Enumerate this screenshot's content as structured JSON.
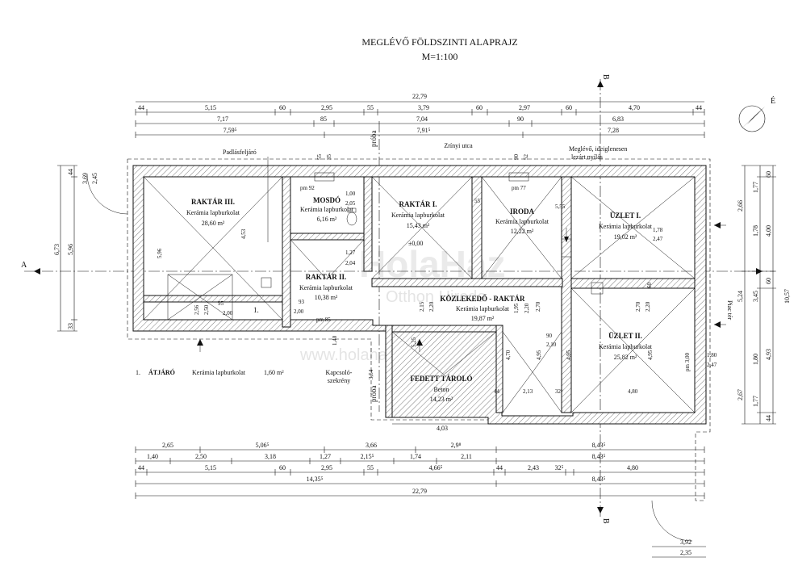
{
  "title": {
    "main": "MEGLÉVŐ FÖLDSZINTI ALAPRAJZ",
    "scale": "M=1:100"
  },
  "street": "Zrínyi utca",
  "side_street": "Piac tér",
  "rooms": [
    {
      "name": "RAKTÁR III.",
      "finish": "Kerámia lapburkolat",
      "area": "28,60 m²"
    },
    {
      "name": "MOSDÓ",
      "finish": "Kerámia lapburkolat",
      "area": "6,16 m²"
    },
    {
      "name": "RAKTÁR I.",
      "finish": "Kerámia lapburkolat",
      "area": "15,43 m²"
    },
    {
      "name": "IRODA",
      "finish": "Kerámia lapburkolat",
      "area": "12,22 m²"
    },
    {
      "name": "ÜZLET I.",
      "finish": "Kerámia lapburkolat",
      "area": "19,02 m²"
    },
    {
      "name": "RAKTÁR II.",
      "finish": "Kerámia lapburkolat",
      "area": "10,38 m²"
    },
    {
      "name": "KÖZLEKEDŐ - RAKTÁR",
      "finish": "Kerámia lapburkolat",
      "area": "19,87 m²"
    },
    {
      "name": "ÜZLET II.",
      "finish": "Kerámia lapburkolat",
      "area": "25,82 m²"
    },
    {
      "name": "FEDETT TÁROLÓ",
      "finish": "Beton",
      "area": "14,23 m²"
    }
  ],
  "legend": {
    "num": "1.",
    "name": "ÁTJÁRÓ",
    "finish": "Kerámia lapburkolat",
    "area": "1,60 m²"
  },
  "labels": {
    "attic": "Padlásfeljáró",
    "note1": "Meglévő, ideiglenesen",
    "note2": "lezárt nyílás",
    "kapcs1": "Kapcsoló-",
    "kapcs2": "szekrény",
    "proba": "próba",
    "one": "1.",
    "pm85": "pm 85",
    "pm92": "pm 92",
    "pm77": "pm 77",
    "pm300": "pm 3,00",
    "zero": "±0,00"
  },
  "section_marks": {
    "a": "A",
    "b": "B"
  },
  "north": "É",
  "top_dims": {
    "total": "22,79",
    "row1": [
      "44",
      "5,15",
      "60",
      "2,95",
      "55",
      "3,79",
      "60",
      "2,97",
      "60",
      "4,70",
      "44"
    ],
    "row2": [
      "7,17",
      "85",
      "7,04",
      "90",
      "6,83"
    ],
    "row3": [
      "7,59⁵",
      "7,91⁵",
      "7,28"
    ]
  },
  "bottom_dims": {
    "row1": [
      "2,65",
      "5,06⁵",
      "3,66",
      "2,9⁸",
      "8,43⁵"
    ],
    "row2": [
      "1,40",
      "2,50",
      "3,18",
      "1,27",
      "2,15⁵",
      "1,74",
      "2,11",
      "8,43⁵"
    ],
    "row3": [
      "44",
      "5,15",
      "60",
      "2,95",
      "55",
      "4,66⁵",
      "44",
      "2,43",
      "32⁵",
      "4,80"
    ],
    "row4": [
      "14,35⁵",
      "8,43⁵"
    ],
    "total": "22,79",
    "extra": [
      "3,92",
      "2,35"
    ]
  },
  "left_dims": [
    "44",
    "3,69",
    "2,45",
    "6,73",
    "5,96",
    "33"
  ],
  "right_dims": [
    "60",
    "1,77",
    "2,66",
    "1,78",
    "4,00",
    "60",
    "3,45",
    "5,24",
    "10,57",
    "1,80",
    "4,93",
    "2,67",
    "1,77",
    "44"
  ],
  "inner_dims": {
    "d1": "55",
    "d2": "35",
    "d3": "90",
    "d4": "52",
    "d5": "1,00",
    "d6": "2,05",
    "d7": "55",
    "d8": "5,55",
    "d9": "1,78",
    "d10": "2,47",
    "d11": "4,53",
    "d12": "5,96",
    "d13": "1,27",
    "d14": "2,04",
    "d15": "93",
    "d16": "2,00",
    "d17": "2,56",
    "d18": "2,50",
    "d19": "2,00",
    "d20": "95",
    "d21": "2,15",
    "d22": "2,20",
    "d23": "2,70",
    "d24": "2,20",
    "d25": "60",
    "d26": "2,70",
    "d27": "90",
    "d28": "2,10",
    "d29": "4,70",
    "d30": "4,95",
    "d31": "4,95",
    "d32": "1,80",
    "d33": "2,47",
    "d34": "4,03",
    "d35": "3,54",
    "d36": "1,40",
    "d37": "2,13",
    "d38": "32⁵",
    "d39": "4,80",
    "d40": "4,95",
    "d41": "44",
    "d42": "1,95",
    "d43": "2,20",
    "d44": "5,25"
  },
  "watermark": {
    "brand": "HolaHáz",
    "sub": "Otthon Hiroda",
    "url": "www.holahaz.hu"
  },
  "colors": {
    "ink": "#111111",
    "watermark": "#d9d9d9"
  }
}
